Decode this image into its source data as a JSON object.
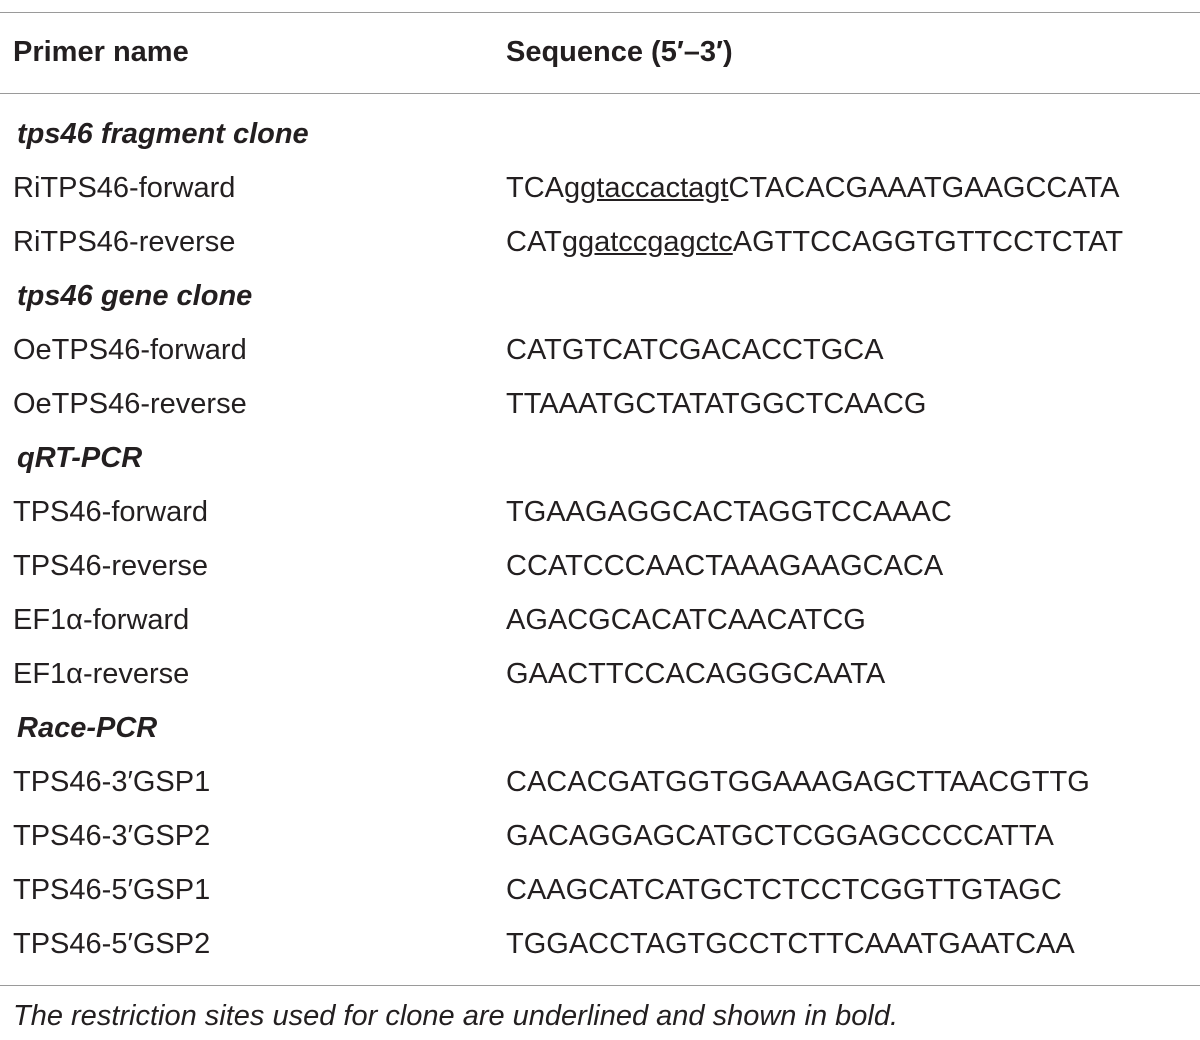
{
  "header": {
    "col1": "Primer name",
    "col2": "Sequence (5′–3′)"
  },
  "sections": [
    {
      "title": "tps46 fragment clone",
      "rows": [
        {
          "name": "RiTPS46-forward",
          "seq_pre": "TCA",
          "seq_site": "ggtaccactagt",
          "seq_post": "CTACACGAAATGAAGCCATA"
        },
        {
          "name": "RiTPS46-reverse",
          "seq_pre": "CAT",
          "seq_site": "ggatccgagctc",
          "seq_post": "AGTTCCAGGTGTTCCTCTAT"
        }
      ]
    },
    {
      "title": "tps46 gene clone",
      "rows": [
        {
          "name": "OeTPS46-forward",
          "seq": "CATGTCATCGACACCTGCA"
        },
        {
          "name": "OeTPS46-reverse",
          "seq": "TTAAATGCTATATGGCTCAACG"
        }
      ]
    },
    {
      "title": "qRT-PCR",
      "rows": [
        {
          "name": "TPS46-forward",
          "seq": "TGAAGAGGCACTAGGTCCAAAC"
        },
        {
          "name": "TPS46-reverse",
          "seq": "CCATCCCAACTAAAGAAGCACA"
        },
        {
          "name": "EF1α-forward",
          "seq": "AGACGCACATCAACATCG"
        },
        {
          "name": "EF1α-reverse",
          "seq": "GAACTTCCACAGGGCAATA"
        }
      ]
    },
    {
      "title": "Race-PCR",
      "rows": [
        {
          "name": "TPS46-3′GSP1",
          "seq": "CACACGATGGTGGAAAGAGCTTAACGTTG"
        },
        {
          "name": "TPS46-3′GSP2",
          "seq": "GACAGGAGCATGCTCGGAGCCCCATTA"
        },
        {
          "name": "TPS46-5′GSP1",
          "seq": "CAAGCATCATGCTCTCCTCGGTTGTAGC"
        },
        {
          "name": "TPS46-5′GSP2",
          "seq": "TGGACCTAGTGCCTCTTCAAATGAATCAA"
        }
      ]
    }
  ],
  "footnote": "The restriction sites used for clone are underlined and shown in bold."
}
